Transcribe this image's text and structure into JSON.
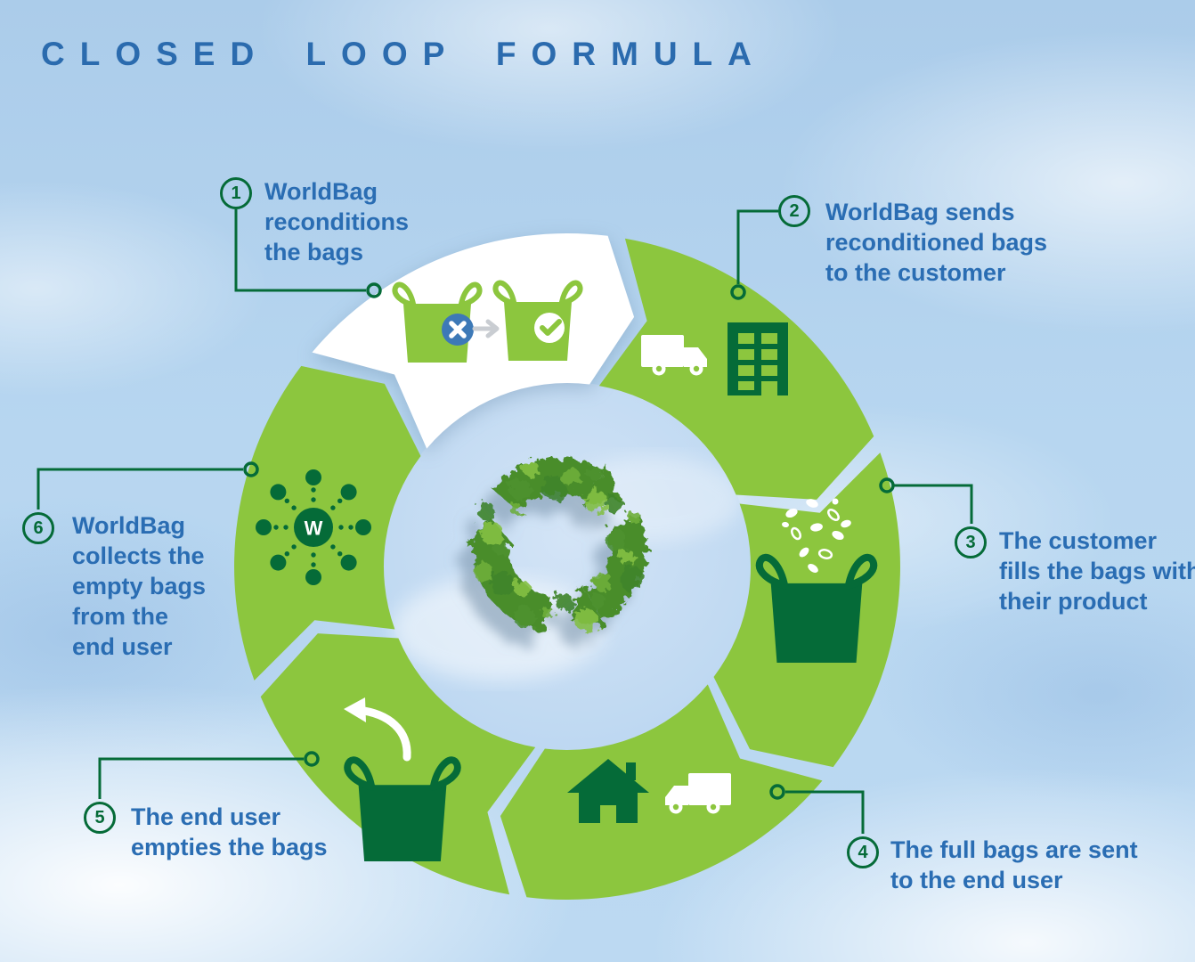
{
  "title": "CLOSED LOOP FORMULA",
  "hub_label": "W",
  "colors": {
    "light_green": "#8cc63e",
    "dark_green": "#056b38",
    "text_blue": "#2a6db3",
    "title_blue": "#2b6bae",
    "segment_white": "#ffffff",
    "x_badge_blue": "#3d79b7",
    "arrow_gray": "#c9cdd2",
    "background_blue": "#b4d3ee"
  },
  "steps": [
    {
      "number": "1",
      "lines": [
        "WorldBag",
        "reconditions",
        "the bags"
      ]
    },
    {
      "number": "2",
      "lines": [
        "WorldBag sends",
        "reconditioned bags",
        "to the customer"
      ]
    },
    {
      "number": "3",
      "lines": [
        "The customer",
        "fills the bags with",
        "their product"
      ]
    },
    {
      "number": "4",
      "lines": [
        "The full bags are sent",
        "to the end user"
      ]
    },
    {
      "number": "5",
      "lines": [
        "The end user",
        "empties the bags"
      ]
    },
    {
      "number": "6",
      "lines": [
        "WorldBag",
        "collects the",
        "empty bags",
        "from the",
        "end user"
      ]
    }
  ]
}
